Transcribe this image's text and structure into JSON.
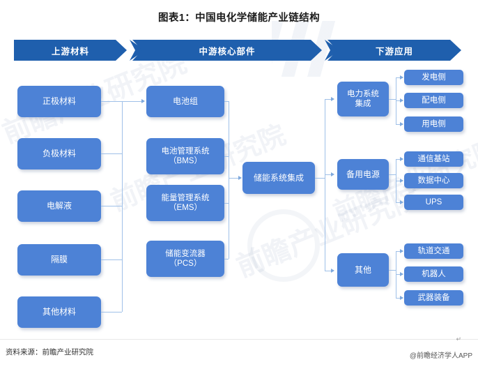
{
  "title": "图表1：中国电化学储能产业链结构",
  "banners": [
    {
      "label": "上游材料"
    },
    {
      "label": "中游核心部件"
    },
    {
      "label": "下游应用"
    }
  ],
  "upstream": {
    "items": [
      {
        "label": "正极材料"
      },
      {
        "label": "负极材料"
      },
      {
        "label": "电解液"
      },
      {
        "label": "隔膜"
      },
      {
        "label": "其他材料"
      }
    ]
  },
  "midstream": {
    "items": [
      {
        "label": "电池组"
      },
      {
        "label": "电池管理系统\n（BMS）"
      },
      {
        "label": "能量管理系统\n（EMS）"
      },
      {
        "label": "储能变流器\n（PCS）"
      }
    ],
    "integration": "储能系统集成"
  },
  "downstream": {
    "groups": [
      {
        "label": "电力系统\n集成",
        "children": [
          "发电侧",
          "配电侧",
          "用电侧"
        ]
      },
      {
        "label": "备用电源",
        "children": [
          "通信基站",
          "数据中心",
          "UPS"
        ]
      },
      {
        "label": "其他",
        "children": [
          "轨道交通",
          "机器人",
          "武器装备"
        ]
      }
    ]
  },
  "footer": {
    "source": "资料来源：前瞻产业研究院",
    "app": "@前瞻经济学人APP",
    "cursor": "↵"
  },
  "watermark": {
    "text1": "前瞻产业研究院",
    "text2": "前瞻产业研究院",
    "text3": "前瞻产业研究院",
    "text4": "前瞻产业研究院"
  },
  "colors": {
    "banner": "#1f5fad",
    "node": "#4d82d6",
    "line": "#9fc0e8"
  }
}
